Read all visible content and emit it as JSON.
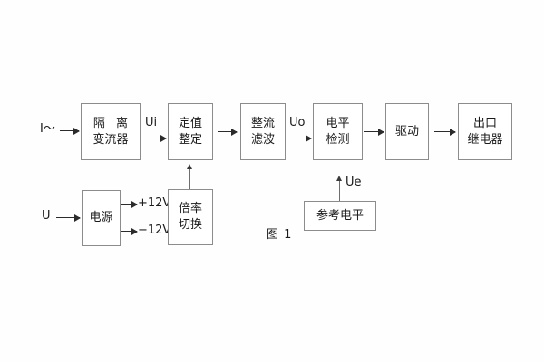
{
  "diagram": {
    "caption": "图 1",
    "blocks": [
      {
        "id": "isolation-transformer",
        "lines": [
          "隔 离",
          "变流器"
        ]
      },
      {
        "id": "setting-value",
        "lines": [
          "定值",
          "整定"
        ]
      },
      {
        "id": "rectify-filter",
        "lines": [
          "整流",
          "滤波"
        ]
      },
      {
        "id": "level-detection",
        "lines": [
          "电平",
          "检测"
        ]
      },
      {
        "id": "drive",
        "lines": [
          "驱动"
        ]
      },
      {
        "id": "output-relay",
        "lines": [
          "出口",
          "继电器"
        ]
      },
      {
        "id": "power-supply",
        "lines": [
          "电源"
        ]
      },
      {
        "id": "multiplier-switch",
        "lines": [
          "倍率",
          "切换"
        ]
      },
      {
        "id": "reference-level",
        "lines": [
          "参考电平"
        ]
      }
    ],
    "signals": {
      "current_input": "I～",
      "voltage_input": "U",
      "ui": "Ui",
      "uo": "Uo",
      "ue": "Ue",
      "rail_positive": "+12V",
      "rail_negative": "−12V"
    }
  }
}
